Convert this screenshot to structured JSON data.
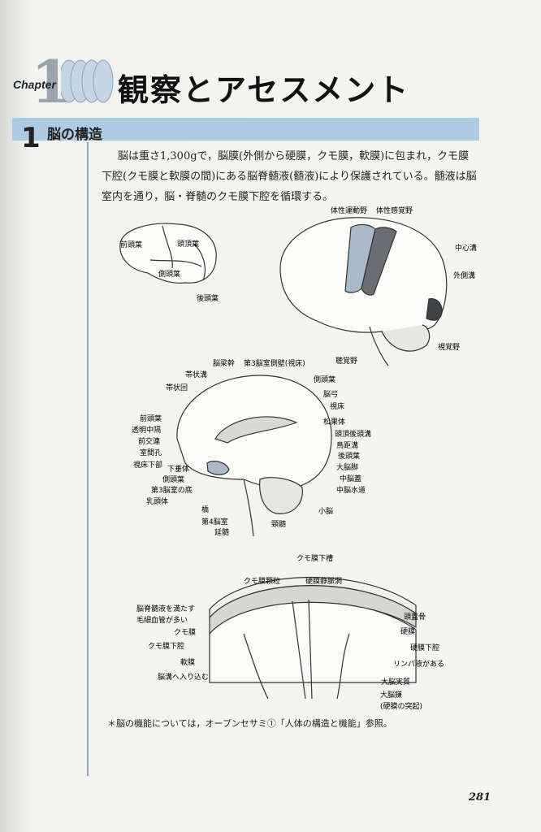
{
  "chapter": {
    "number": "1",
    "word": "Chapter",
    "title": "観察とアセスメント"
  },
  "section": {
    "number": "1",
    "title": "脳の構造"
  },
  "intro": "脳は重さ1,300gで，脳膜(外側から硬膜，クモ膜，軟膜)に包まれ，クモ膜下腔(クモ膜と軟膜の間)にある脳脊髄液(髄液)により保護されている。髄液は脳室内を通り，脳・脊髄のクモ膜下腔を循環する。",
  "lobes": [
    "前頭葉",
    "頭頂葉",
    "側頭葉",
    "後頭葉"
  ],
  "lateral": [
    "体性運動野",
    "体性感覚野",
    "中心溝",
    "外側溝",
    "視覚野",
    "聴覚野"
  ],
  "sagittal": [
    "脳梁幹",
    "第3脳室側壁(視床)",
    "帯状溝",
    "帯状回",
    "前頭葉",
    "透明中隔",
    "前交連",
    "室間孔",
    "視床下部",
    "下垂体",
    "側頭葉",
    "第3脳室の底",
    "乳頭体",
    "橋",
    "第4脳室",
    "延髄",
    "側頭葉",
    "脳弓",
    "視床",
    "松果体",
    "頭頂後頭溝",
    "鳥距溝",
    "後頭葉",
    "大脳脚",
    "中脳蓋",
    "中脳水道",
    "小脳",
    "頸髄"
  ],
  "meninges": {
    "title": "クモ膜下槽",
    "labels": [
      "クモ膜顆粒",
      "硬膜静脈洞",
      "脳脊髄液を満たす",
      "毛細血管が多い",
      "クモ膜",
      "クモ膜下腔",
      "軟膜",
      "脳溝へ入り込む",
      "頭蓋骨",
      "硬膜",
      "硬膜下腔",
      "リンパ液がある",
      "大脳実質",
      "大脳鎌",
      "(硬膜の突起)"
    ]
  },
  "note": "＊脳の機能については，オープンセサミ①「人体の構造と機能」参照。",
  "page_number": "281",
  "colors": {
    "accent": "#aecbe2",
    "sensory": "#aab8c8",
    "motor": "#6a6d72"
  }
}
